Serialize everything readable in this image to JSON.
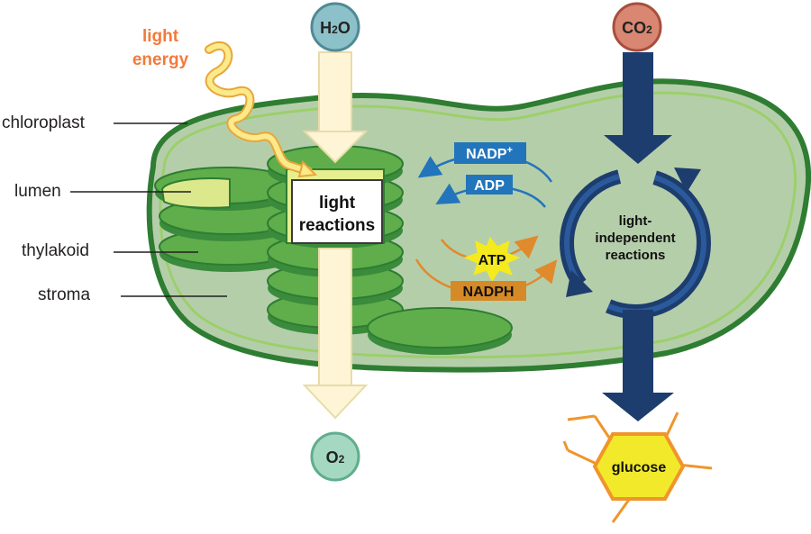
{
  "labels": {
    "chloroplast": "chloroplast",
    "lumen": "lumen",
    "thylakoid": "thylakoid",
    "stroma": "stroma",
    "light_energy_1": "light",
    "light_energy_2": "energy"
  },
  "molecules": {
    "h2o_main": "H",
    "h2o_sub": "2",
    "h2o_end": "O",
    "co2_main": "CO",
    "co2_sub": "2",
    "o2_main": "O",
    "o2_sub": "2",
    "glucose": "glucose"
  },
  "processes": {
    "light_reactions_1": "light",
    "light_reactions_2": "reactions",
    "calvin_1": "light-",
    "calvin_2": "independent",
    "calvin_3": "reactions"
  },
  "carriers": {
    "nadp": "NADP",
    "nadp_sup": "+",
    "adp": "ADP",
    "atp": "ATP",
    "nadph": "NADPH"
  },
  "colors": {
    "stroma": "#b5ceaa",
    "membrane": "#3f8b3a",
    "thylakoid": "#5fae4b",
    "lumen": "#dbe98c",
    "light_energy": "#f47a3a",
    "water": "#8dc1c9",
    "co2": "#d98772",
    "oxygen": "#a5d8c1",
    "cycle_blue": "#1d3d6e",
    "carrier_blue": "#2275bb",
    "atp_yellow": "#f5ea1e",
    "nadph_orange": "#d58a27",
    "glucose_yellow": "#f2e92b"
  }
}
